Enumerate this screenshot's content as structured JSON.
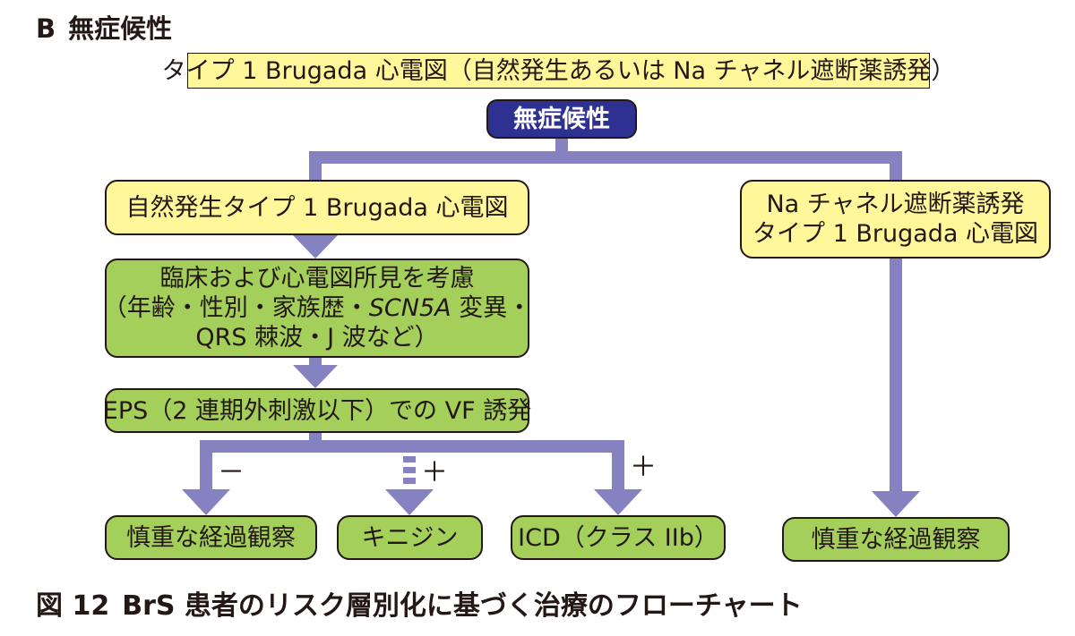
{
  "colors": {
    "arrow": "#8682c1",
    "yellow_box": "#fff799",
    "green_box": "#a4cf5a",
    "root_box": "#2e3192",
    "text": "#231815"
  },
  "section": {
    "letter": "B",
    "title": "無症候性"
  },
  "header_box": "タイプ 1 Brugada 心電図（自然発生あるいは Na チャネル遮断薬誘発）",
  "root": "無症候性",
  "left": {
    "spontaneous": "自然発生タイプ 1 Brugada 心電図",
    "consider": {
      "line1": "臨床および心電図所見を考慮",
      "line2_pre": "（年齢・性別・家族歴・",
      "line2_gene": "SCN5A",
      "line2_post": " 変異・",
      "line3": "QRS 棘波・J 波など）"
    },
    "eps": "EPS（2 連期外刺激以下）での VF 誘発",
    "outcomes": [
      {
        "sign": "－",
        "label": "慎重な経過観察"
      },
      {
        "sign": "＋",
        "label": "キニジン"
      },
      {
        "sign": "＋",
        "label": "ICD（クラス IIb）"
      }
    ]
  },
  "right": {
    "induced_line1": "Na チャネル遮断薬誘発",
    "induced_line2": "タイプ 1 Brugada 心電図",
    "outcome": "慎重な経過観察"
  },
  "caption": {
    "number": "図 12",
    "title": "BrS 患者のリスク層別化に基づく治療のフローチャート"
  }
}
